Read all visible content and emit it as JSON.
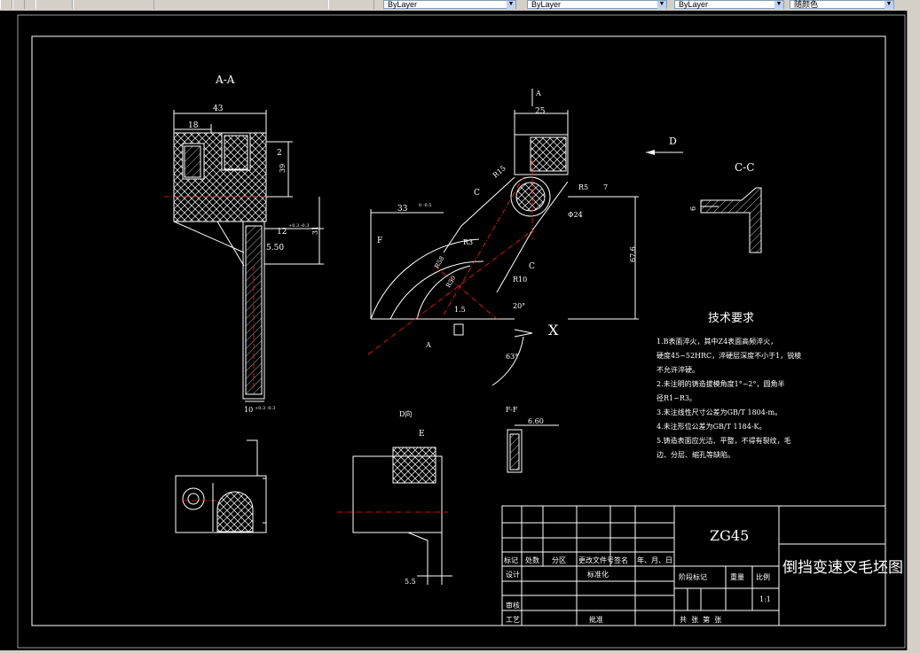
{
  "toolbar": {
    "layer_combo_1": "ByLayer",
    "layer_combo_2": "ByLayer",
    "layer_combo_3": "ByLayer",
    "color_combo": "随颜色"
  },
  "drawing": {
    "section_aa": "A-A",
    "section_cc": "C-C",
    "section_ff": "F-F",
    "view_d_label": "D",
    "view_d_title": "D向",
    "label_a": "A",
    "label_c": "C",
    "label_f": "F",
    "label_e": "E",
    "label_x": "X",
    "dims": {
      "d43": "43",
      "d18": "18",
      "d2": "2",
      "d39": "39",
      "d12": "12",
      "d12tol": "+0.3 -0.3",
      "d550": "5.50",
      "d31": "31",
      "d10": "10",
      "d10tol": "+0.3 -0.3",
      "d25": "25",
      "d7": "7",
      "dr5": "R5",
      "dphi24": "Φ24",
      "dr15": "R15",
      "d33": "33",
      "d33tol": "0 -0.5",
      "dr3": "R3",
      "d676": "67.6",
      "dr10": "R10",
      "d20": "20°",
      "d63": "63°",
      "d15": "1.5",
      "dr58": "R58",
      "dr50": "R50",
      "d6": "6",
      "d660": "6.60",
      "d55": "5.5"
    }
  },
  "tech": {
    "title": "技术要求",
    "lines": [
      "1.B表面淬火，其中Z4表面高频淬火，",
      "硬度45~52HRC，淬硬层深度不小于1，锐棱",
      "不允许淬硬。",
      "2.未注明的铸造拔模角度1°~2°，圆角半",
      "径R1~R3。",
      "3.未注线性尺寸公差为GB/T 1804-m。",
      "4.未注形位公差为GB/T 1184-K。",
      "5.铸造表面应光洁、平整，不得有裂纹，毛",
      "边、分层、缩孔等缺陷。"
    ]
  },
  "titleblock": {
    "material": "ZG45",
    "drawing_name": "倒挡变速叉毛坯图",
    "row_headers": [
      "标记",
      "处数",
      "分区",
      "更改文件号",
      "签名",
      "年、月、日"
    ],
    "design": "设计",
    "standard": "标准化",
    "review": "审核",
    "process": "工艺",
    "approve": "批准",
    "stage_mark": "阶段标记",
    "weight": "重量",
    "scale": "比例",
    "scale_value": "1:1",
    "sheets": "共  张  第  张"
  }
}
